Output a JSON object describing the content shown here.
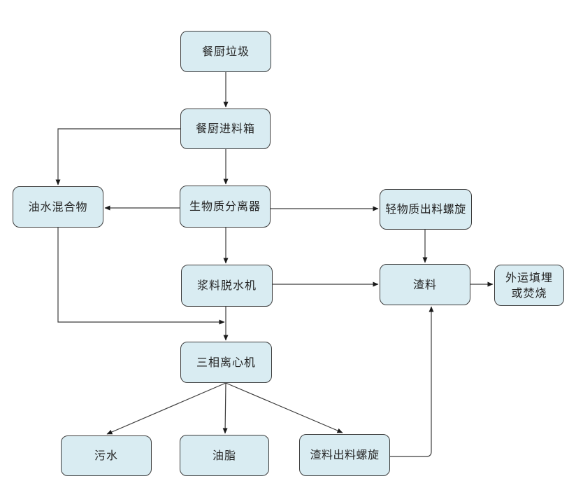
{
  "colors": {
    "background": "#ffffff",
    "node_fill": "#d9ecf2",
    "node_border": "#3c3c3c",
    "arrow": "#1a1a1a"
  },
  "nodes": {
    "kitchen_waste": {
      "label": "餐厨垃圾"
    },
    "feed_box": {
      "label": "餐厨进料箱"
    },
    "oil_water": {
      "label": "油水混合物"
    },
    "separator": {
      "label": "生物质分离器"
    },
    "light_screw": {
      "label": "轻物质出料螺旋"
    },
    "dewatering": {
      "label": "浆料脱水机"
    },
    "residue": {
      "label": "渣料"
    },
    "landfill": {
      "line1": "外运填埋",
      "line2": "或焚烧"
    },
    "centrifuge": {
      "label": "三相离心机"
    },
    "sewage": {
      "label": "污水"
    },
    "grease": {
      "label": "油脂"
    },
    "residue_screw": {
      "label": "渣料出料螺旋"
    }
  },
  "edges": [
    {
      "from": "kitchen_waste",
      "to": "feed_box"
    },
    {
      "from": "feed_box",
      "to": "oil_water"
    },
    {
      "from": "feed_box",
      "to": "separator"
    },
    {
      "from": "separator",
      "to": "oil_water"
    },
    {
      "from": "separator",
      "to": "light_screw"
    },
    {
      "from": "separator",
      "to": "dewatering"
    },
    {
      "from": "light_screw",
      "to": "residue"
    },
    {
      "from": "dewatering",
      "to": "residue"
    },
    {
      "from": "dewatering",
      "to": "centrifuge"
    },
    {
      "from": "oil_water",
      "to": "centrifuge"
    },
    {
      "from": "residue",
      "to": "landfill"
    },
    {
      "from": "centrifuge",
      "to": "sewage"
    },
    {
      "from": "centrifuge",
      "to": "grease"
    },
    {
      "from": "centrifuge",
      "to": "residue_screw"
    },
    {
      "from": "residue_screw",
      "to": "residue"
    }
  ]
}
